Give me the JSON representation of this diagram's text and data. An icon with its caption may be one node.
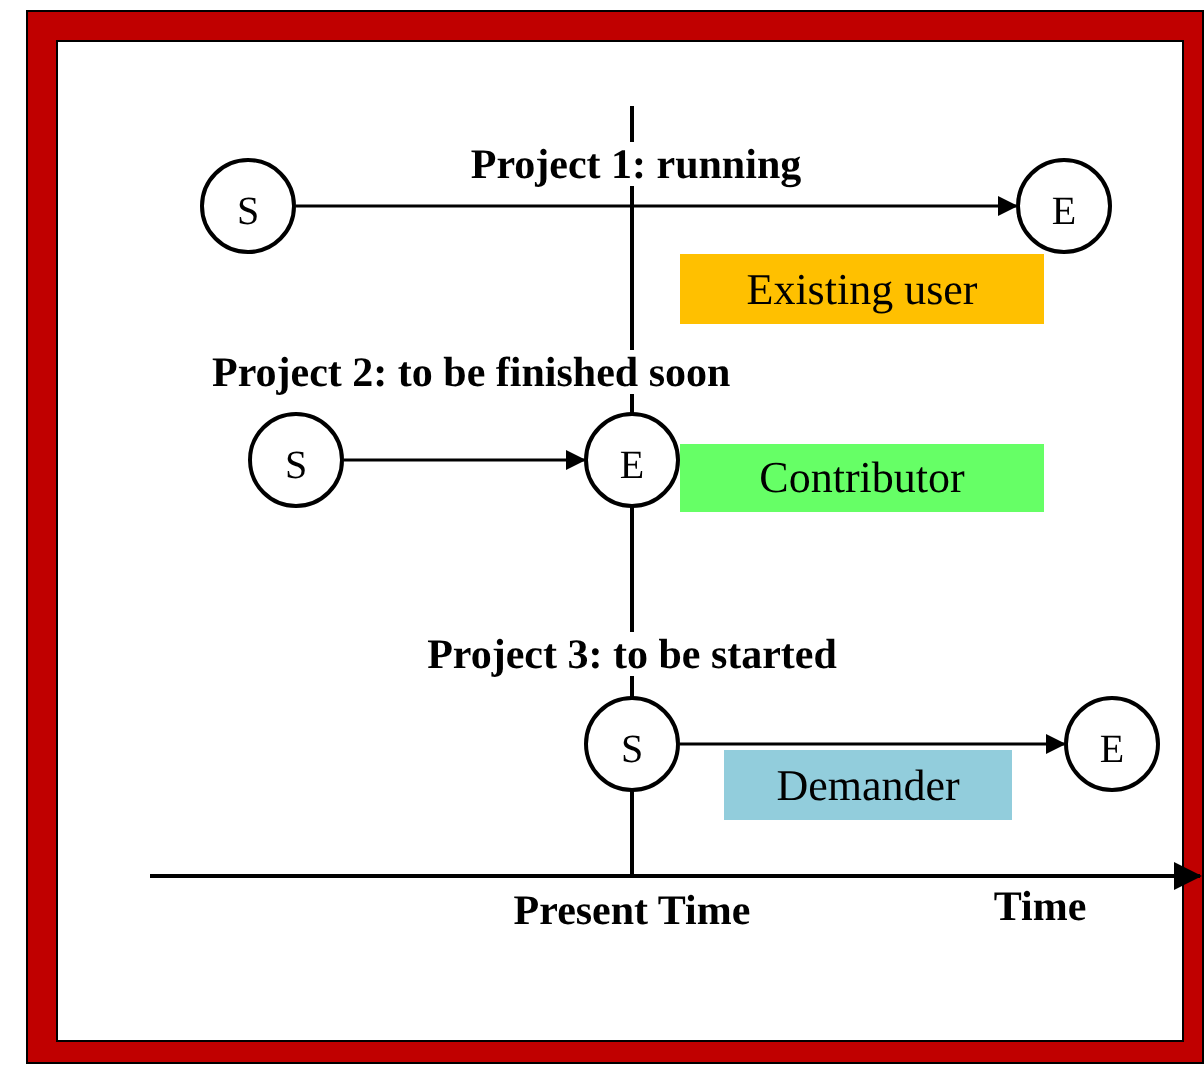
{
  "diagram": {
    "nodes": [
      {
        "text": [
          "S"
        ]
      },
      {
        "text": [
          "E"
        ]
      },
      {
        "text": [
          "Existing user"
        ]
      },
      {
        "text": [
          "S"
        ]
      },
      {
        "text": [
          "E"
        ]
      },
      {
        "text": [
          "Contributor"
        ]
      },
      {
        "text": [
          "S"
        ]
      },
      {
        "text": [
          "E"
        ]
      },
      {
        "text": [
          "Demander"
        ]
      }
    ],
    "edges": [
      {
        "from": 0,
        "to": 1,
        "arrow": "to"
      },
      {
        "from": 3,
        "to": 4,
        "arrow": "to"
      },
      {
        "from": 6,
        "to": 7,
        "arrow": "to"
      }
    ],
    "labels": [
      "Project 1: running",
      "Project 2: to be finished soon",
      "Project 3: to be started",
      "Present Time",
      "Time"
    ]
  }
}
